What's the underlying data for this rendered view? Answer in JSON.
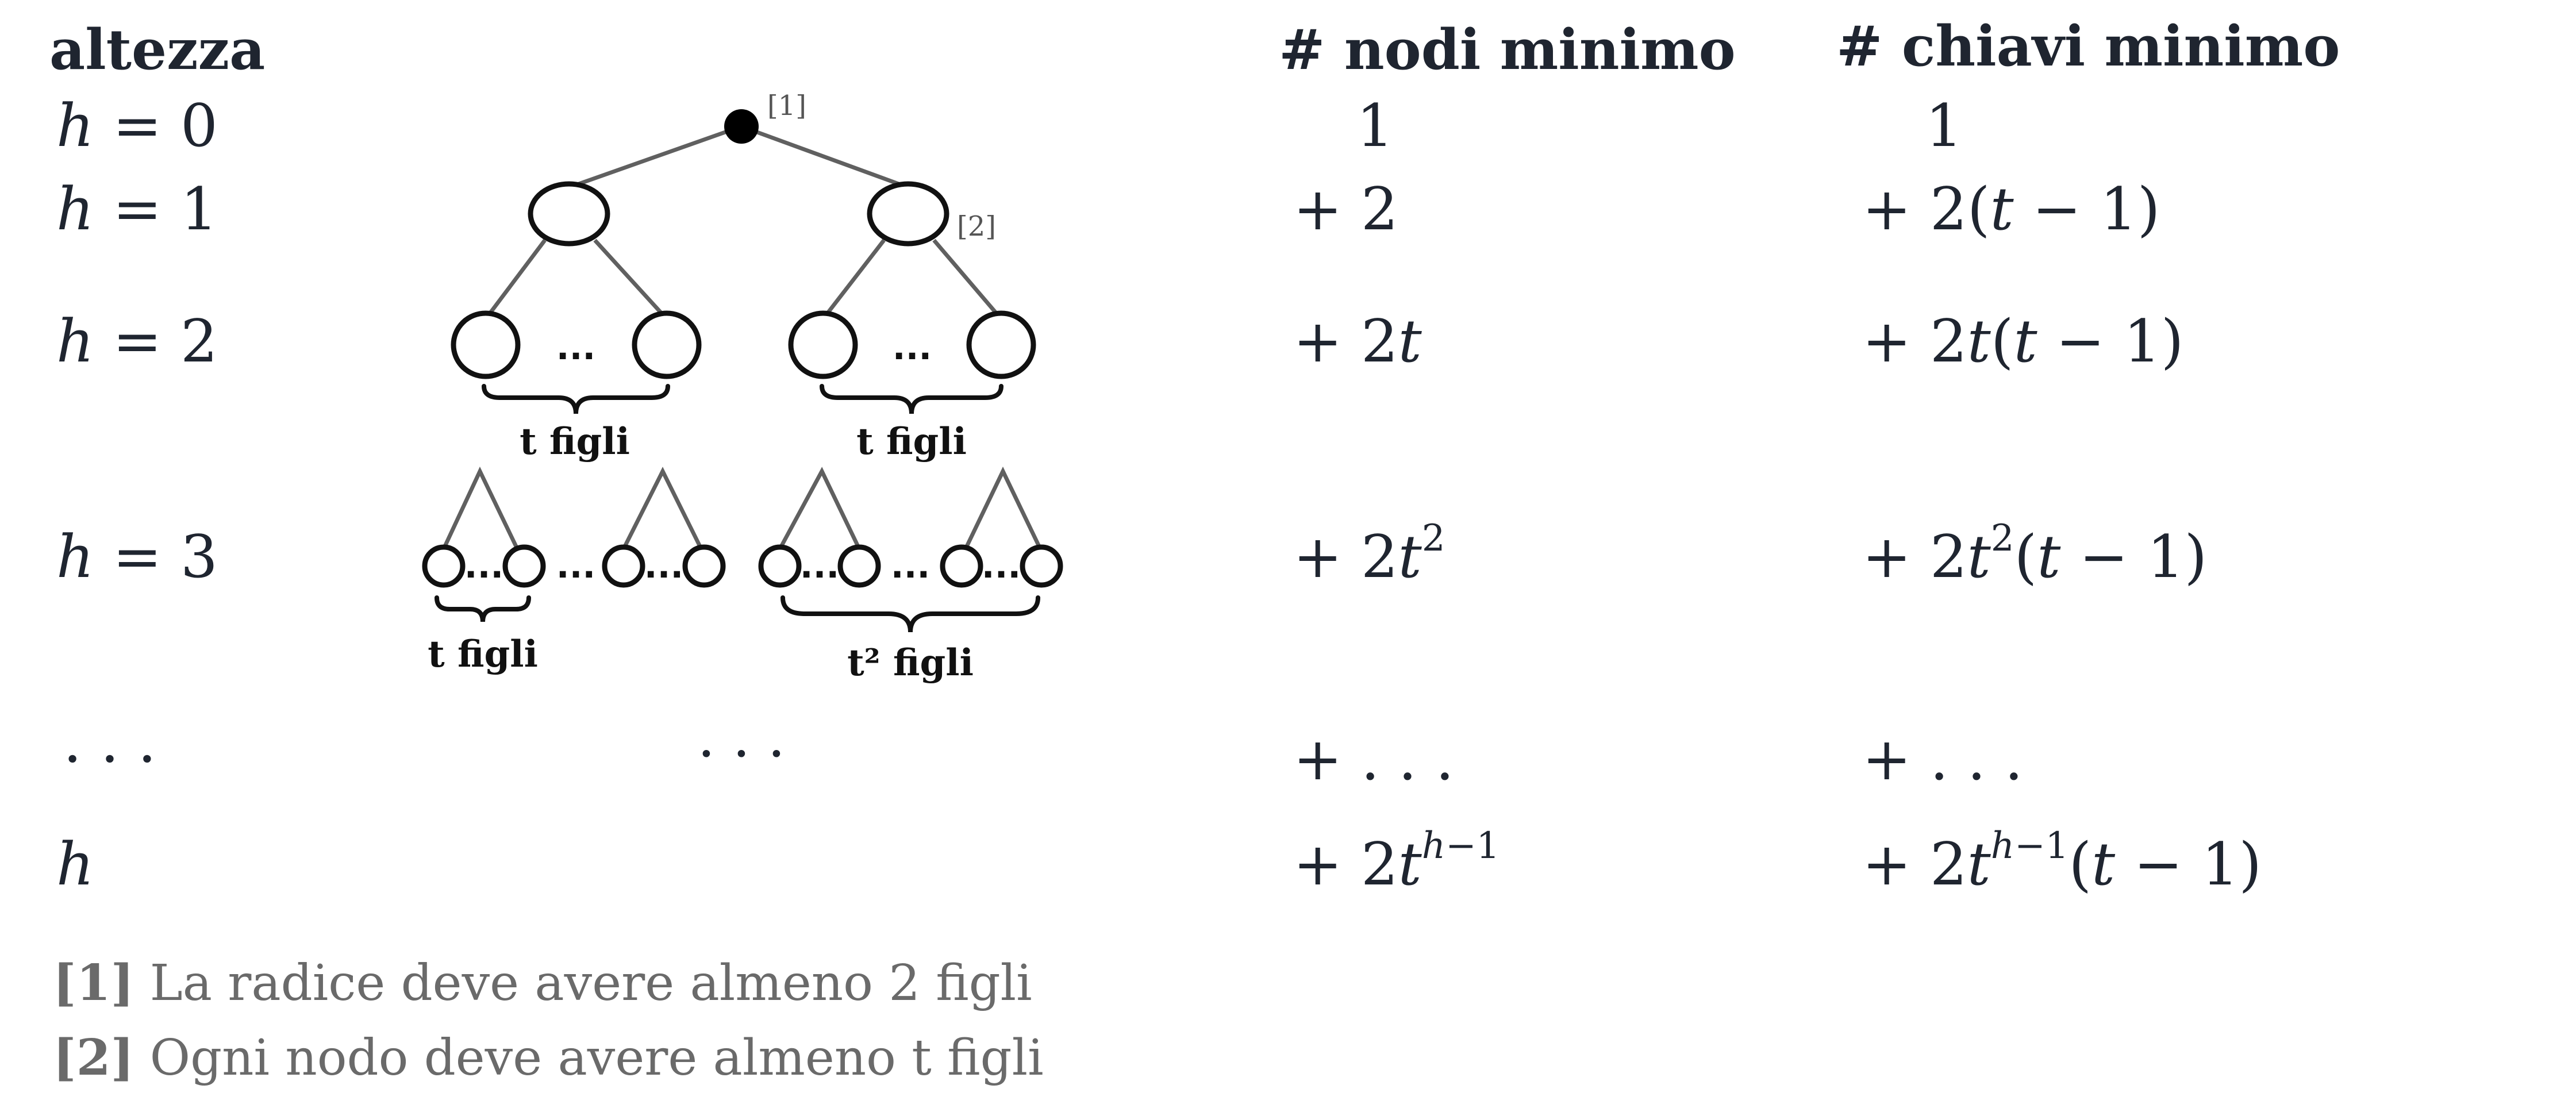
{
  "headers": {
    "height": "altezza",
    "min_nodes": "# nodi minimo",
    "min_keys": "# chiavi minimo"
  },
  "rows": [
    {
      "height": "h = 0",
      "nodes": "1",
      "keys": "1"
    },
    {
      "height": "h = 1",
      "nodes": "+ 2",
      "keys": "+ 2(t − 1)"
    },
    {
      "height": "h = 2",
      "nodes": "+ 2t",
      "keys": "+ 2t(t − 1)"
    },
    {
      "height": "h = 3",
      "nodes": "+ 2t²",
      "keys": "+ 2t²(t − 1)"
    },
    {
      "height": "· · ·",
      "nodes": "+ . . .",
      "keys": "+ . . ."
    },
    {
      "height": "h",
      "nodes": "+ 2t^(h−1)",
      "keys": "+ 2t^(h−1)(t − 1)"
    }
  ],
  "tree": {
    "root_mark": "[1]",
    "child_mark": "[2]",
    "ellipsis": "...",
    "level2_left_label": "t figli",
    "level2_right_label": "t figli",
    "level3_left_label": "t figli",
    "level3_right_label": "t² figli",
    "continuation": "· · ·"
  },
  "notes": [
    {
      "mark": "[1]",
      "text": "La radice deve avere almeno 2 figli"
    },
    {
      "mark": "[2]",
      "text": "Ogni nodo deve avere almeno t figli"
    }
  ],
  "colors": {
    "text": "#1f2530",
    "note": "#6a6a6a",
    "edge": "#606060"
  }
}
